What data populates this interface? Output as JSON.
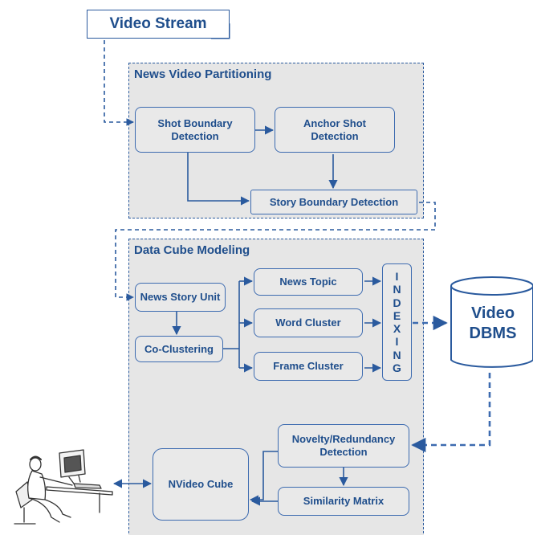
{
  "colors": {
    "accent": "#2a5a9e",
    "region_fill": "#e6e6e6",
    "box_fill": "#e9e9e9",
    "text": "#1f4e8c"
  },
  "input": {
    "label": "Video Stream"
  },
  "partitioning": {
    "title": "News Video Partitioning",
    "shot_boundary": "Shot Boundary Detection",
    "anchor_shot": "Anchor Shot Detection",
    "story_boundary": "Story Boundary Detection"
  },
  "modeling": {
    "title": "Data Cube Modeling",
    "news_story_unit": "News Story Unit",
    "co_clustering": "Co-Clustering",
    "news_topic": "News Topic",
    "word_cluster": "Word Cluster",
    "frame_cluster": "Frame Cluster",
    "indexing_letters": [
      "I",
      "N",
      "D",
      "E",
      "X",
      "I",
      "N",
      "G"
    ],
    "novelty": "Novelty/Redundancy Detection",
    "similarity": "Similarity Matrix",
    "nvideo_cube": "NVideo Cube"
  },
  "database": {
    "label_line1": "Video",
    "label_line2": "DBMS"
  },
  "user": {
    "icon": "user-at-computer-icon"
  }
}
